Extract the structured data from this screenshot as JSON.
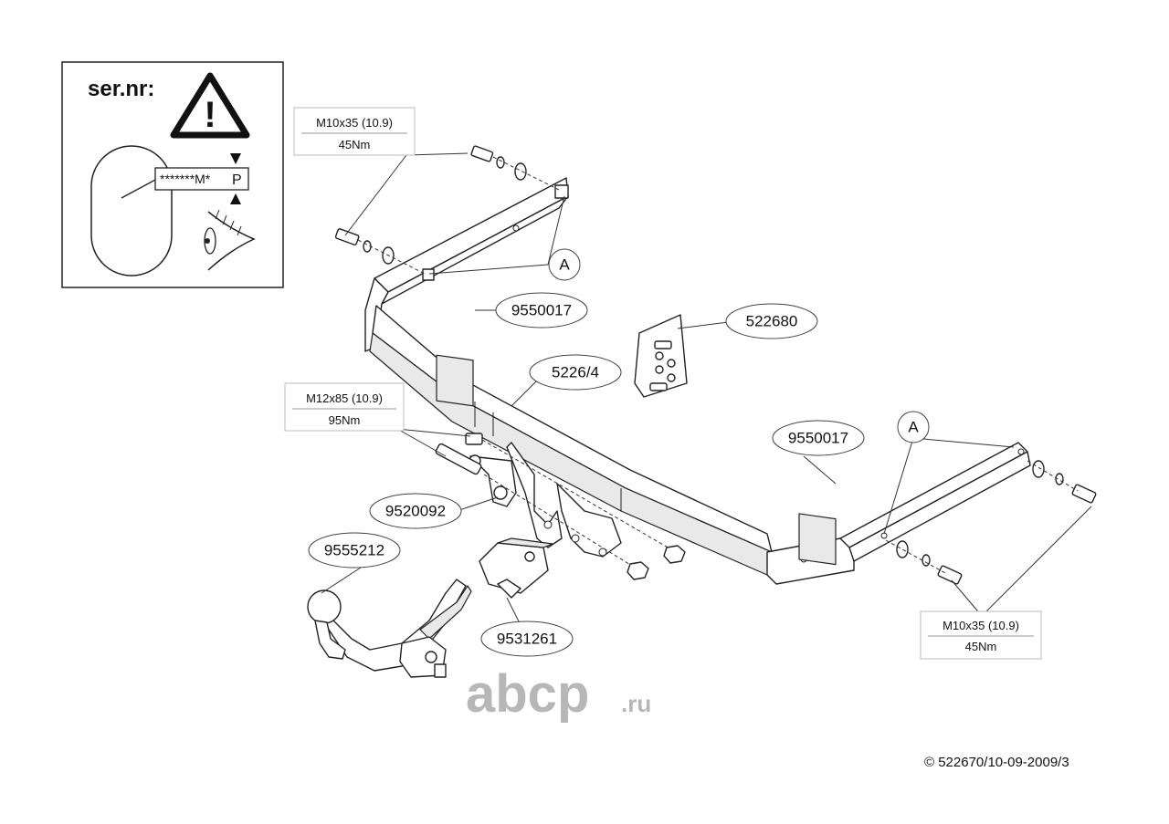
{
  "diagram": {
    "serial_label": "ser.nr:",
    "serial_plate_text": "*******M*",
    "serial_plate_suffix": "P",
    "warning_symbol": "!",
    "copyright": "© 522670/10-09-2009/3",
    "watermark": {
      "main": "abcp",
      "suffix": ".ru"
    }
  },
  "callouts": {
    "crossbar": "5226/4",
    "sidebag_left": "9550017",
    "sidebag_right": "9550017",
    "bolt_set": "522680",
    "ball_holder": "9520092",
    "ball": "9555212",
    "lock_socket": "9531261",
    "point_a_left": "A",
    "point_a_right": "A"
  },
  "specs": {
    "top": {
      "bolt": "M10x35 (10.9)",
      "torque": "45Nm"
    },
    "middle": {
      "bolt": "M12x85 (10.9)",
      "torque": "95Nm"
    },
    "right": {
      "bolt": "M10x35 (10.9)",
      "torque": "45Nm"
    }
  },
  "colors": {
    "line": "#222222",
    "watermark": "#b7b7b7"
  }
}
